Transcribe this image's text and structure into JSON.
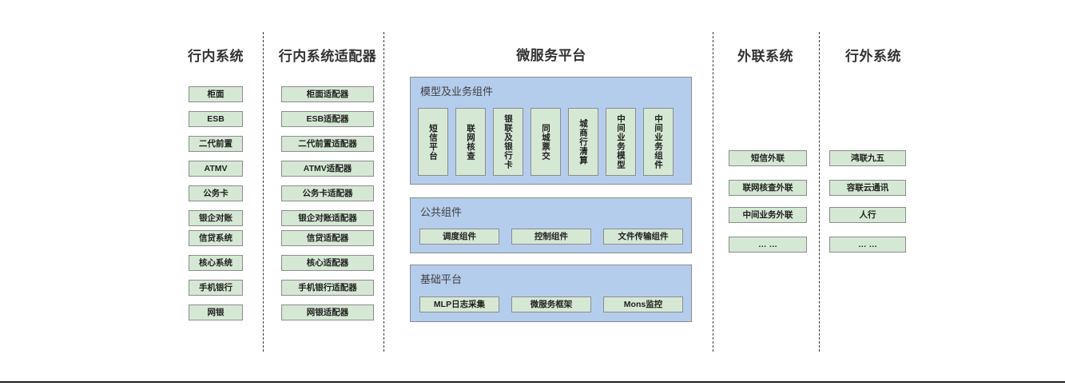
{
  "diagram": {
    "title_bar_color": "#333333",
    "node_fill": "#d5e8d4",
    "node_border": "#8c8c8c",
    "panel_fill": "#b5cded",
    "panel_border": "#8c8c8c"
  },
  "columns": [
    {
      "id": "inbank-systems",
      "title": "行内系统",
      "nodes": [
        "柜面",
        "ESB",
        "二代前置",
        "ATMV",
        "公务卡",
        "银企对账",
        "信贷系统",
        "核心系统",
        "手机银行",
        "网银"
      ]
    },
    {
      "id": "inbank-adapters",
      "title": "行内系统适配器",
      "nodes": [
        "柜面适配器",
        "ESB适配器",
        "二代前置适配器",
        "ATMV适配器",
        "公务卡适配器",
        "银企对账适配器",
        "信贷适配器",
        "核心适配器",
        "手机银行适配器",
        "网银适配器"
      ]
    },
    {
      "id": "microservice-platform",
      "title": "微服务平台"
    },
    {
      "id": "external-link-systems",
      "title": "外联系统",
      "nodes": [
        "短信外联",
        "联网核查外联",
        "中间业务外联",
        "… …"
      ]
    },
    {
      "id": "outbank-systems",
      "title": "行外系统",
      "nodes": [
        "鸿联九五",
        "容联云通讯",
        "人行",
        "… …"
      ]
    }
  ],
  "platform": {
    "panels": [
      {
        "id": "model-business-components",
        "title": "模型及业务组件",
        "orientation": "vertical",
        "nodes": [
          "短信平台",
          "联网核查",
          "银联及银行卡",
          "同城票交",
          "城商行清算",
          "中间业务模型",
          "中间业务组件"
        ]
      },
      {
        "id": "public-components",
        "title": "公共组件",
        "orientation": "horizontal",
        "nodes": [
          "调度组件",
          "控制组件",
          "文件传输组件"
        ]
      },
      {
        "id": "base-platform",
        "title": "基础平台",
        "orientation": "horizontal",
        "nodes": [
          "MLP日志采集",
          "微服务框架",
          "Mons监控"
        ]
      }
    ]
  }
}
